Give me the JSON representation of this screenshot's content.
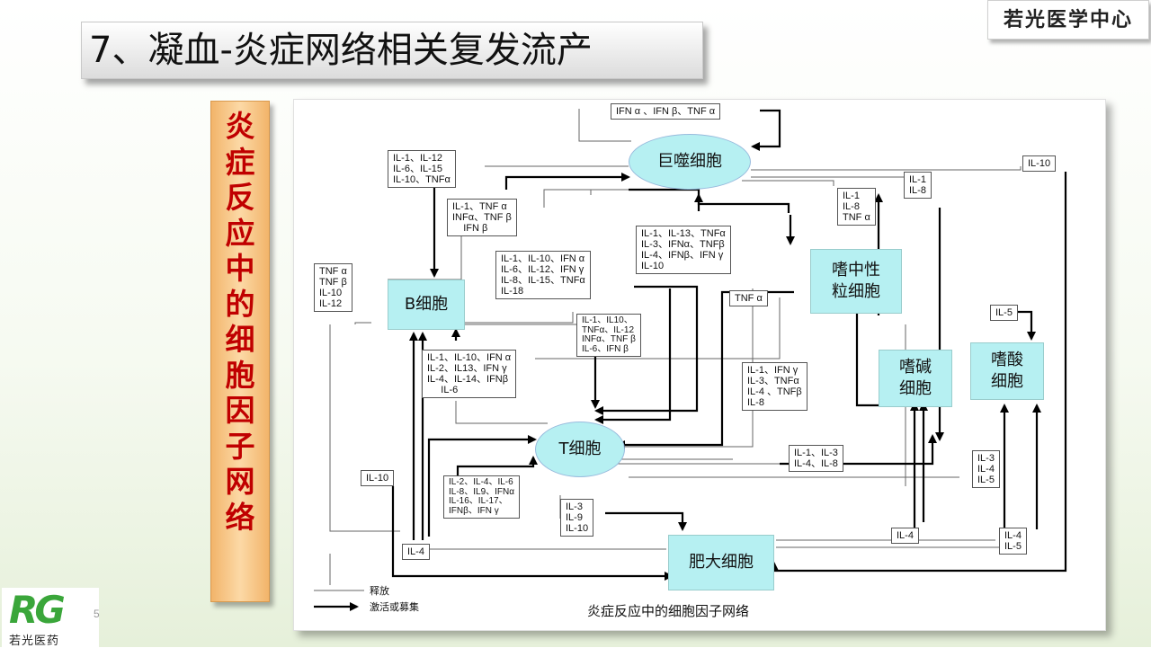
{
  "slide": {
    "title": "7、凝血-炎症网络相关复发流产",
    "brand": "若光医学中心",
    "side_title": "炎症反应中的细胞因子网络",
    "slide_number": "5",
    "logo": {
      "mark": "RG",
      "text": "若光医药"
    }
  },
  "diagram": {
    "caption": "炎症反应中的细胞因子网络",
    "legend": {
      "release": "释放",
      "activate": "激活或募集"
    },
    "cells": {
      "macrophage": "巨噬细胞",
      "b_cell": "B细胞",
      "t_cell": "T细胞",
      "neutrophil": "嗜中性\n粒细胞",
      "basophil": "嗜碱\n细胞",
      "eosinophil": "嗜酸\n细胞",
      "mast_cell": "肥大细胞"
    },
    "labels": {
      "top_loop": "IFN α 、IFN β、TNF α",
      "il1_il12_box": "IL-1、IL-12\nIL-6、IL-15\nIL-10、TNFα",
      "il1_tnf_box": "IL-1、TNF α\nINFα、TNF β\n    IFN β",
      "mac_il10": "IL-10",
      "mac_il1_il8": "IL-1\nIL-8",
      "neut_in": "IL-1\nIL-8\nTNF α",
      "tnf_left": "TNF α\nTNF β\nIL-10\nIL-12",
      "mid_il1_box": "IL-1、IL-10、IFN α\nIL-6、IL-12、IFN γ\nIL-8、IL-15、TNFα\nIL-18",
      "mid_il13_box": "IL-1、IL-13、TNFα\nIL-3、IFNα、TNFβ\nIL-4、IFNβ、IFN γ\nIL-10",
      "tnf_alpha_mid": "TNF α",
      "t_il1_il10_box": "IL-1、IL10、\nTNFα、IL-12\nINFα、TNF β\nIL-6、IFN β",
      "b_in_box": "IL-1、IL-10、IFN α\nIL-2、IL13、IFN γ\nIL-4、IL-14、IFNβ\n     IL-6",
      "ifn_gamma_box": "IL-1、IFN γ\nIL-3、TNFα\nIL-4 、TNFβ\nIL-8",
      "il10_left": "IL-10",
      "t_in_box": "IL-2、IL-4、IL-6\nIL-8、IL9、IFNα\nIL-16、IL-17、\nIFNβ、IFN γ",
      "t_out_il3": "IL-3\nIL-9\nIL-10",
      "il4_left": "IL-4",
      "il1_il3_box": "IL-1、IL-3\nIL-4、IL-8",
      "eos_in": "IL-5",
      "eos_box": "IL-3\nIL-4\nIL-5",
      "mast_il4": "IL-4",
      "mast_il4_il5": "IL-4\nIL-5"
    }
  }
}
